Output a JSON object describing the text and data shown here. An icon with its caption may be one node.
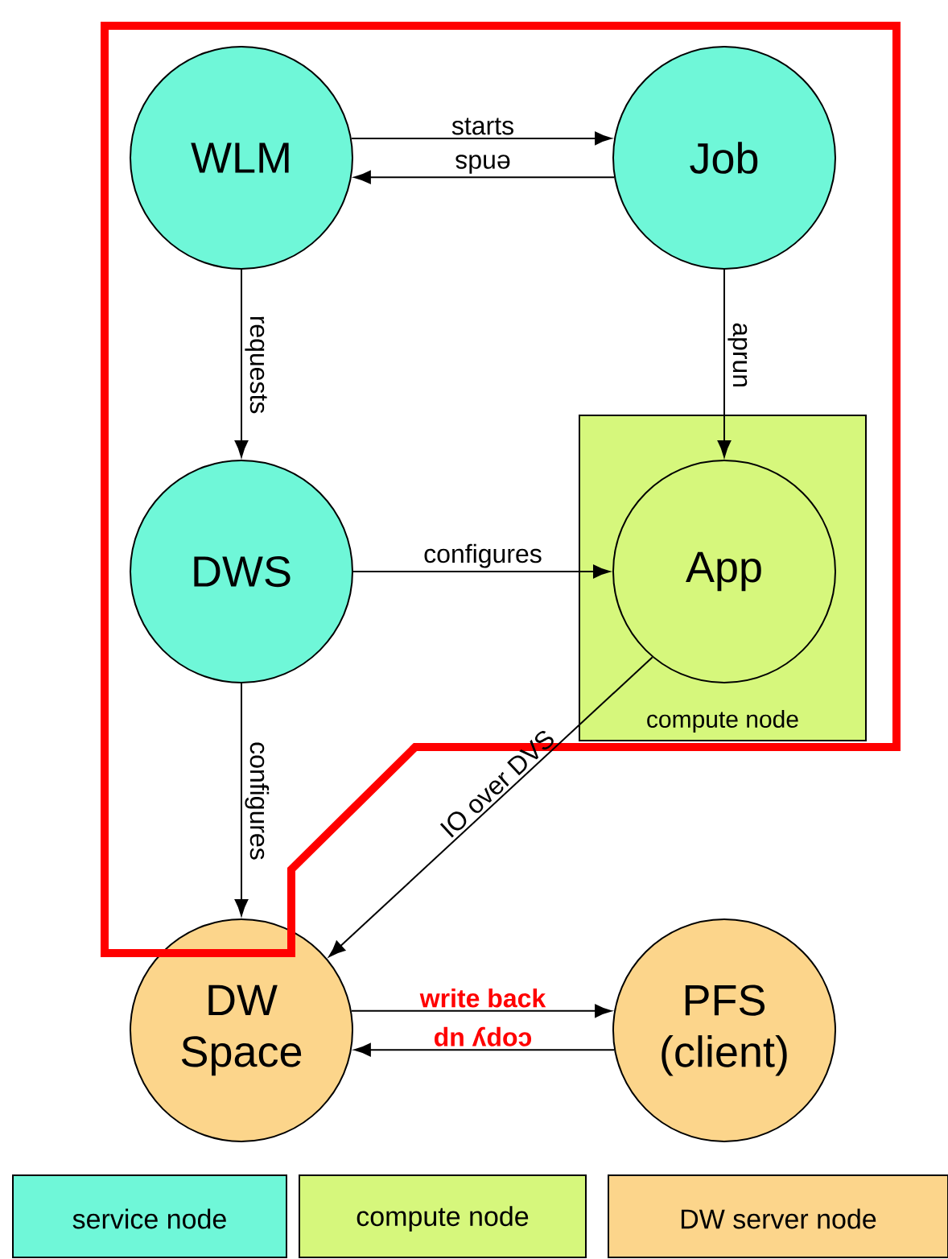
{
  "diagram": {
    "nodes": [
      {
        "text": [
          "WLM"
        ]
      },
      {
        "text": [
          "Job"
        ]
      },
      {
        "text": [
          "compute node"
        ]
      },
      {
        "text": [
          "App"
        ],
        "in": 2
      },
      {
        "text": [
          "DWS"
        ]
      },
      {
        "text": [
          "DW Space"
        ]
      },
      {
        "text": [
          "PFS (client)"
        ]
      }
    ],
    "edges": [
      {
        "from": 0,
        "to": 1,
        "arrow": "to",
        "label": "starts"
      },
      {
        "from": 1,
        "to": 0,
        "arrow": "to",
        "label": "ends"
      },
      {
        "from": 0,
        "to": 4,
        "arrow": "to",
        "label": "requests"
      },
      {
        "from": 1,
        "to": 3,
        "arrow": "to",
        "label": "aprun"
      },
      {
        "from": 4,
        "to": 3,
        "arrow": "to",
        "label": "configures"
      },
      {
        "from": 4,
        "to": 5,
        "arrow": "to",
        "label": "configures"
      },
      {
        "from": 3,
        "to": 5,
        "arrow": "to",
        "label": "IO over DVS"
      },
      {
        "from": 5,
        "to": 6,
        "arrow": "to",
        "label": "write back"
      },
      {
        "from": 6,
        "to": 5,
        "arrow": "to",
        "label": "copy up"
      }
    ],
    "legend": [
      {
        "text": "service node",
        "color": "#6ff7d8"
      },
      {
        "text": "compute node",
        "color": "#d6f77c"
      },
      {
        "text": "DW server node",
        "color": "#fcd58b"
      }
    ]
  }
}
